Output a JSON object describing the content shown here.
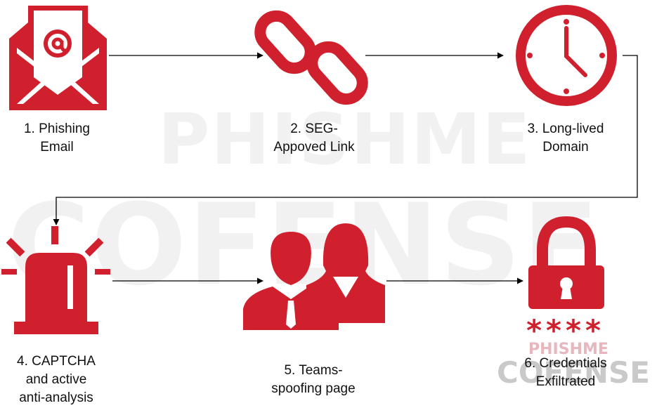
{
  "accent_color": "#d0202e",
  "watermark": {
    "top": "PHISHME",
    "bottom": "COFENSE"
  },
  "steps": [
    {
      "lines": [
        "1. Phishing",
        "Email"
      ],
      "icon": "envelope-at-icon"
    },
    {
      "lines": [
        "2. SEG-",
        "Appoved Link"
      ],
      "icon": "chain-link-icon"
    },
    {
      "lines": [
        "3. Long-lived",
        "Domain"
      ],
      "icon": "clock-icon"
    },
    {
      "lines": [
        "4. CAPTCHA",
        "and active",
        "anti-analysis"
      ],
      "icon": "alarm-siren-icon"
    },
    {
      "lines": [
        "5. Teams-",
        "spoofing page"
      ],
      "icon": "users-icon"
    },
    {
      "lines": [
        "6. Credentials",
        "Exfiltrated"
      ],
      "icon": "padlock-password-icon"
    }
  ],
  "password_mask": "****"
}
